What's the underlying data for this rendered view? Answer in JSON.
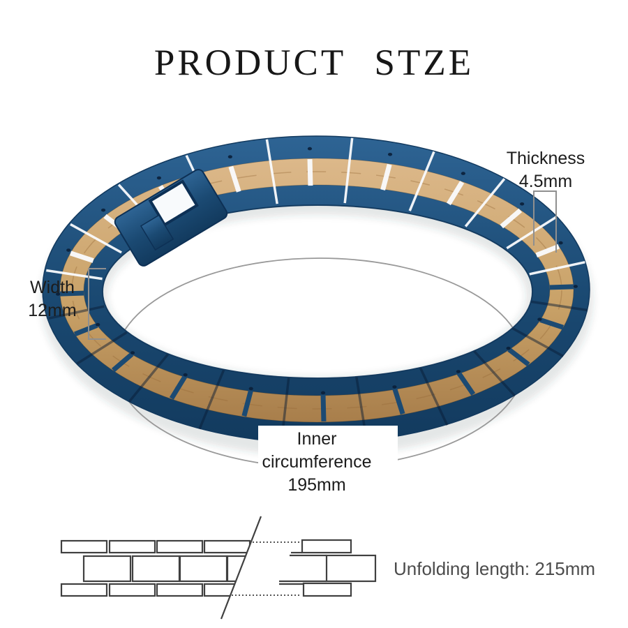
{
  "title": "PRODUCT STZE",
  "annotations": {
    "thickness": {
      "label": "Thickness",
      "value": "4.5mm"
    },
    "width": {
      "label": "Width",
      "value": "12mm"
    },
    "inner_circumference": {
      "label_line1": "Inner",
      "label_line2": "circumference",
      "value": "195mm"
    },
    "unfolding_length": "Unfolding length: 215mm"
  },
  "figure": {
    "link_count": 20,
    "colors": {
      "blue_light": "#2e6494",
      "blue_mid": "#1b4a73",
      "blue_dark": "#123a5e",
      "blue_deep": "#0d3055",
      "wood_light": "#dcb88a",
      "wood_mid": "#c9a268",
      "wood_dark": "#a87e4b",
      "pin": "#0a1f38",
      "measure_line": "#8f8f8f",
      "ellipse_line": "#999999",
      "diagram_line": "#404040",
      "diagram_dotted": "#555555"
    }
  }
}
